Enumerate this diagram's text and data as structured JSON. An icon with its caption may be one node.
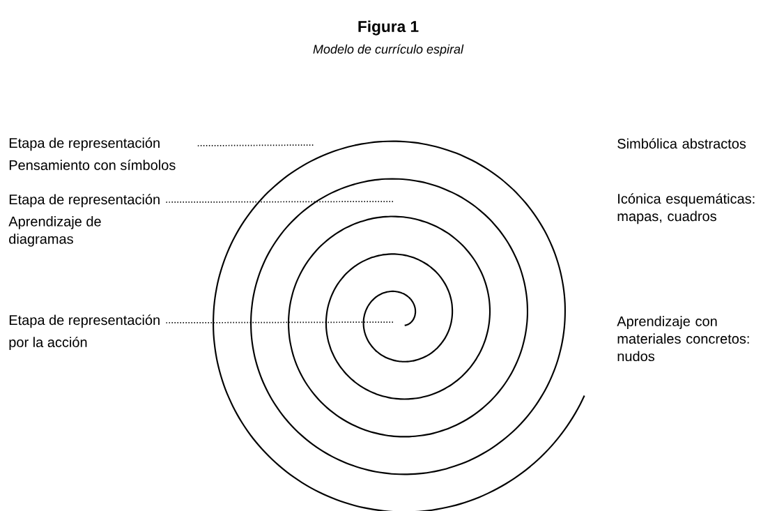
{
  "diagram": {
    "title": "Figura 1",
    "caption": "Modelo de currículo espiral",
    "nodes": [
      {
        "text": [
          "Etapa de representación",
          "Pensamiento con símbolos"
        ]
      },
      {
        "text": [
          "Etapa de representación",
          "Aprendizaje de diagramas"
        ]
      },
      {
        "text": [
          "Etapa de representación",
          "por la acción"
        ]
      }
    ],
    "edges": [
      {
        "from": 0,
        "to": null,
        "arrow": "none"
      },
      {
        "from": 1,
        "to": null,
        "arrow": "none"
      },
      {
        "from": 2,
        "to": null,
        "arrow": "none"
      }
    ],
    "labels": [
      "Simbólica abstractos",
      "Icónica esquemáticas: mapas, cuadros",
      "Aprendizaje con materiales concretos: nudos"
    ]
  }
}
